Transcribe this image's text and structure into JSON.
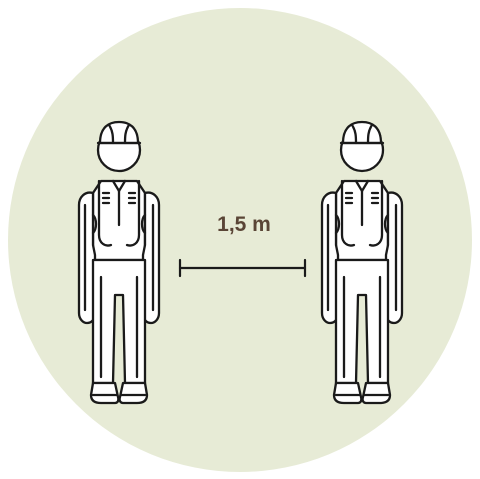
{
  "distance": {
    "label": "1,5 m"
  },
  "colors": {
    "background_circle": "#E7EBD6",
    "figure_stroke": "#1A1A1A",
    "figure_fill": "#FFFFFF",
    "label_text": "#5A4536"
  },
  "figures": [
    {
      "name": "left-person",
      "icon": "worker-with-cap-standing"
    },
    {
      "name": "right-person",
      "icon": "worker-with-cap-standing"
    }
  ]
}
